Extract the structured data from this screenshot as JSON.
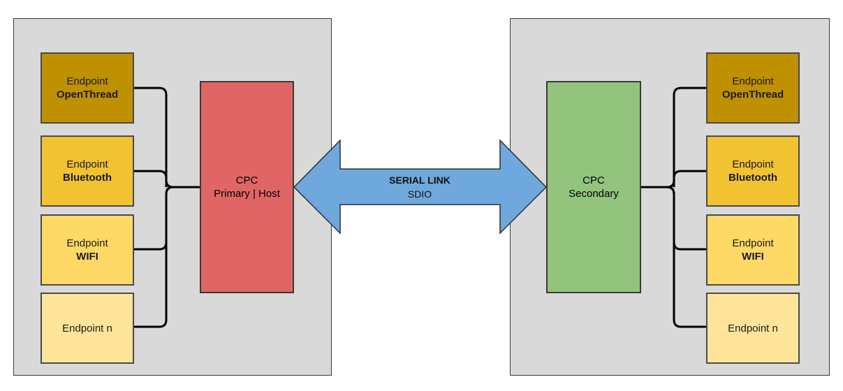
{
  "left_panel": {
    "endpoints": [
      {
        "line1": "Endpoint",
        "name": "OpenThread",
        "color": "#bf9000"
      },
      {
        "line1": "Endpoint",
        "name": "Bluetooth",
        "color": "#f1c232"
      },
      {
        "line1": "Endpoint",
        "name": "WIFI",
        "color": "#ffd966"
      },
      {
        "line1": "Endpoint n",
        "name": "",
        "color": "#ffe599"
      }
    ],
    "cpc": {
      "line1": "CPC",
      "line2": "Primary | Host",
      "color": "#e06666"
    }
  },
  "right_panel": {
    "endpoints": [
      {
        "line1": "Endpoint",
        "name": "OpenThread",
        "color": "#bf9000"
      },
      {
        "line1": "Endpoint",
        "name": "Bluetooth",
        "color": "#f1c232"
      },
      {
        "line1": "Endpoint",
        "name": "WIFI",
        "color": "#ffd966"
      },
      {
        "line1": "Endpoint n",
        "name": "",
        "color": "#ffe599"
      }
    ],
    "cpc": {
      "line1": "CPC",
      "line2": "Secondary",
      "color": "#93c47d"
    }
  },
  "link": {
    "title": "SERIAL LINK",
    "subtitle": "SDIO",
    "color": "#6fa8dc"
  }
}
